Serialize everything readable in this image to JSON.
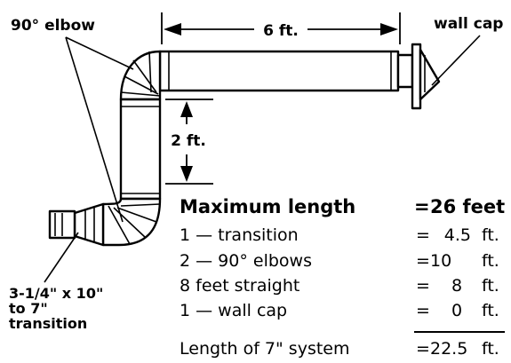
{
  "labels": {
    "elbow": "90° elbow",
    "length_6": "6 ft.",
    "wall_cap": "wall cap",
    "length_2": "2 ft.",
    "transition_line1": "3-1/4\" x 10\"",
    "transition_line2": "to 7\"",
    "transition_line3": "transition"
  },
  "table": {
    "header": {
      "name": "Maximum length",
      "eq": "=",
      "value": "26 feet"
    },
    "rows": [
      {
        "name": "1 — transition",
        "eq": "=",
        "value": "4.5",
        "unit": "ft."
      },
      {
        "name": "2 — 90° elbows",
        "eq": "=",
        "value": "10",
        "unit": "ft."
      },
      {
        "name": "8 feet straight",
        "eq": "=",
        "value": "8",
        "unit": "ft."
      },
      {
        "name": "1 — wall cap",
        "eq": "=",
        "value": "0",
        "unit": "ft."
      }
    ],
    "total": {
      "name": "Length of 7\" system",
      "eq": "=",
      "value": "22.5",
      "unit": "ft."
    }
  }
}
